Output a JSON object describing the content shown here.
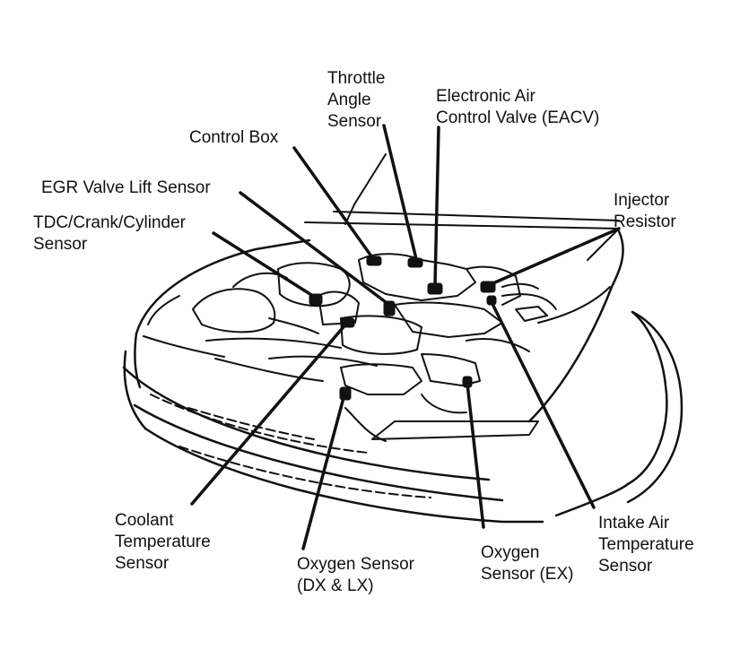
{
  "colors": {
    "ink": "#111111",
    "background": "#ffffff"
  },
  "labels": {
    "throttle_angle_sensor": "Throttle\nAngle\nSensor",
    "eacv": "Electronic Air\nControl Valve (EACV)",
    "control_box": "Control Box",
    "egr_valve_lift_sensor": "EGR Valve Lift Sensor",
    "tdc_crank_cylinder_sensor": "TDC/Crank/Cylinder\nSensor",
    "injector_resistor": "Injector\nResistor",
    "coolant_temperature_sensor": "Coolant\nTemperature\nSensor",
    "oxygen_sensor_dx_lx": "Oxygen Sensor\n(DX & LX)",
    "oxygen_sensor_ex": "Oxygen\nSensor (EX)",
    "intake_air_temperature_sensor": "Intake Air\nTemperature\nSensor"
  }
}
